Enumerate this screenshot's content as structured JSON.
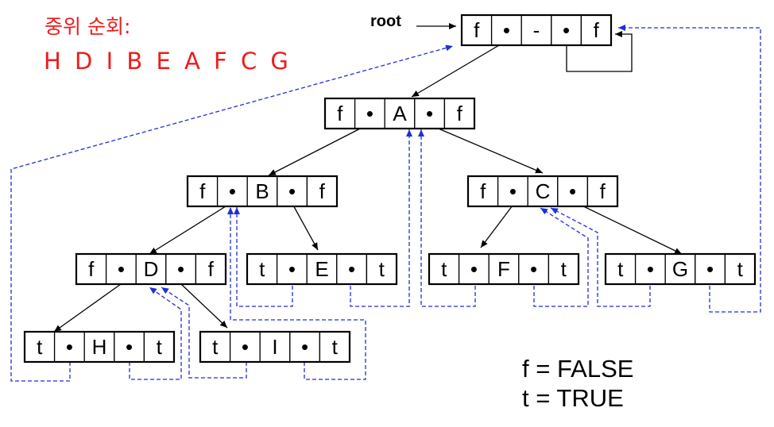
{
  "heading": "중위 순회:",
  "traversal": "H D I B E A F C G",
  "root_label": "root",
  "legend": [
    "f = FALSE",
    "t = TRUE"
  ],
  "colors": {
    "heading": "#ee1c1c",
    "thread": "#1f2fd6",
    "link": "#000000"
  },
  "nodes": [
    {
      "id": "head",
      "cells": [
        "f",
        "•",
        "-",
        "•",
        "f"
      ]
    },
    {
      "id": "A",
      "cells": [
        "f",
        "•",
        "A",
        "•",
        "f"
      ]
    },
    {
      "id": "B",
      "cells": [
        "f",
        "•",
        "B",
        "•",
        "f"
      ]
    },
    {
      "id": "C",
      "cells": [
        "f",
        "•",
        "C",
        "•",
        "f"
      ]
    },
    {
      "id": "D",
      "cells": [
        "f",
        "•",
        "D",
        "•",
        "f"
      ]
    },
    {
      "id": "E",
      "cells": [
        "t",
        "•",
        "E",
        "•",
        "t"
      ]
    },
    {
      "id": "F",
      "cells": [
        "t",
        "•",
        "F",
        "•",
        "t"
      ]
    },
    {
      "id": "G",
      "cells": [
        "t",
        "•",
        "G",
        "•",
        "t"
      ]
    },
    {
      "id": "H",
      "cells": [
        "t",
        "•",
        "H",
        "•",
        "t"
      ]
    },
    {
      "id": "I",
      "cells": [
        "t",
        "•",
        "I",
        "•",
        "t"
      ]
    }
  ]
}
